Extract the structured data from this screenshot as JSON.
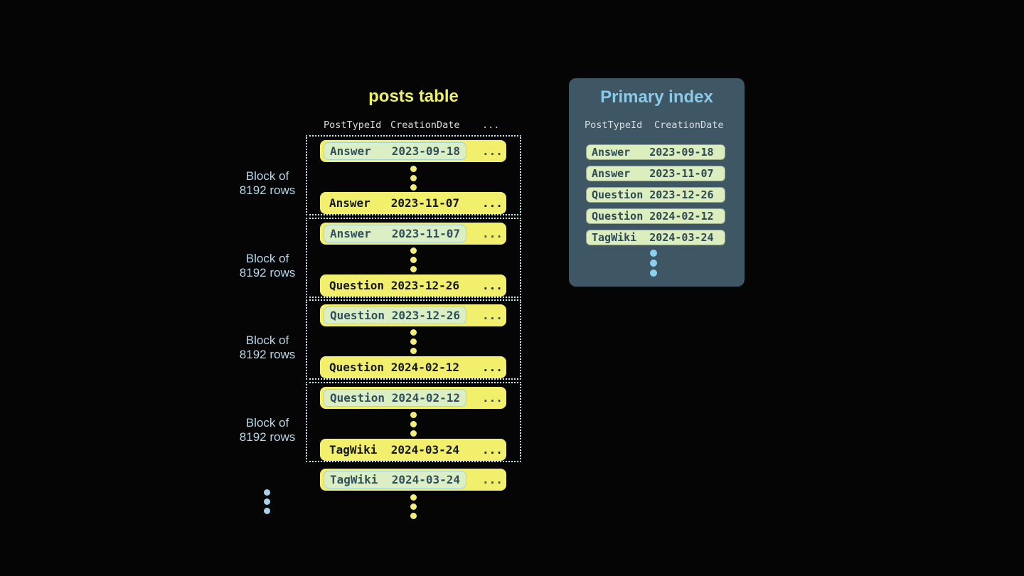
{
  "colors": {
    "background": "#050505",
    "row_yellow": "#f2ef6d",
    "highlight_green": "#dceec4",
    "highlight_border": "#9fd4e5",
    "panel_slate": "#3f5665",
    "index_row_green": "#dcedbe",
    "title_yellow": "#eef066",
    "title_blue": "#87cbe9",
    "label_blue": "#b5d8ea",
    "header_text": "#d9dde0",
    "dark_text": "#14181d",
    "slate_text": "#31505e",
    "dotted_border": "#cde9f2",
    "yellow_dot": "#f2ef79",
    "blue_dot": "#a8d2e8",
    "panel_dot": "#8bd0ee"
  },
  "posts_table": {
    "title": "posts table",
    "header": {
      "col_type": "PostTypeId",
      "col_date": "CreationDate",
      "col_more": "..."
    },
    "block_label_line1": "Block of",
    "block_label_line2": "8192 rows",
    "ellipsis": "...",
    "blocks": [
      {
        "first_row": "Answer   2023-09-18",
        "last_row": "Answer   2023-11-07"
      },
      {
        "first_row": "Answer   2023-11-07",
        "last_row": "Question 2023-12-26"
      },
      {
        "first_row": "Question 2023-12-26",
        "last_row": "Question 2024-02-12"
      },
      {
        "first_row": "Question 2024-02-12",
        "last_row": "TagWiki  2024-03-24"
      }
    ],
    "overflow_row": "TagWiki  2024-03-24"
  },
  "primary_index": {
    "title": "Primary index",
    "header": {
      "col_type": "PostTypeId",
      "col_date": "CreationDate"
    },
    "rows": [
      "Answer   2023-09-18",
      "Answer   2023-11-07",
      "Question 2023-12-26",
      "Question 2024-02-12",
      "TagWiki  2024-03-24"
    ]
  }
}
